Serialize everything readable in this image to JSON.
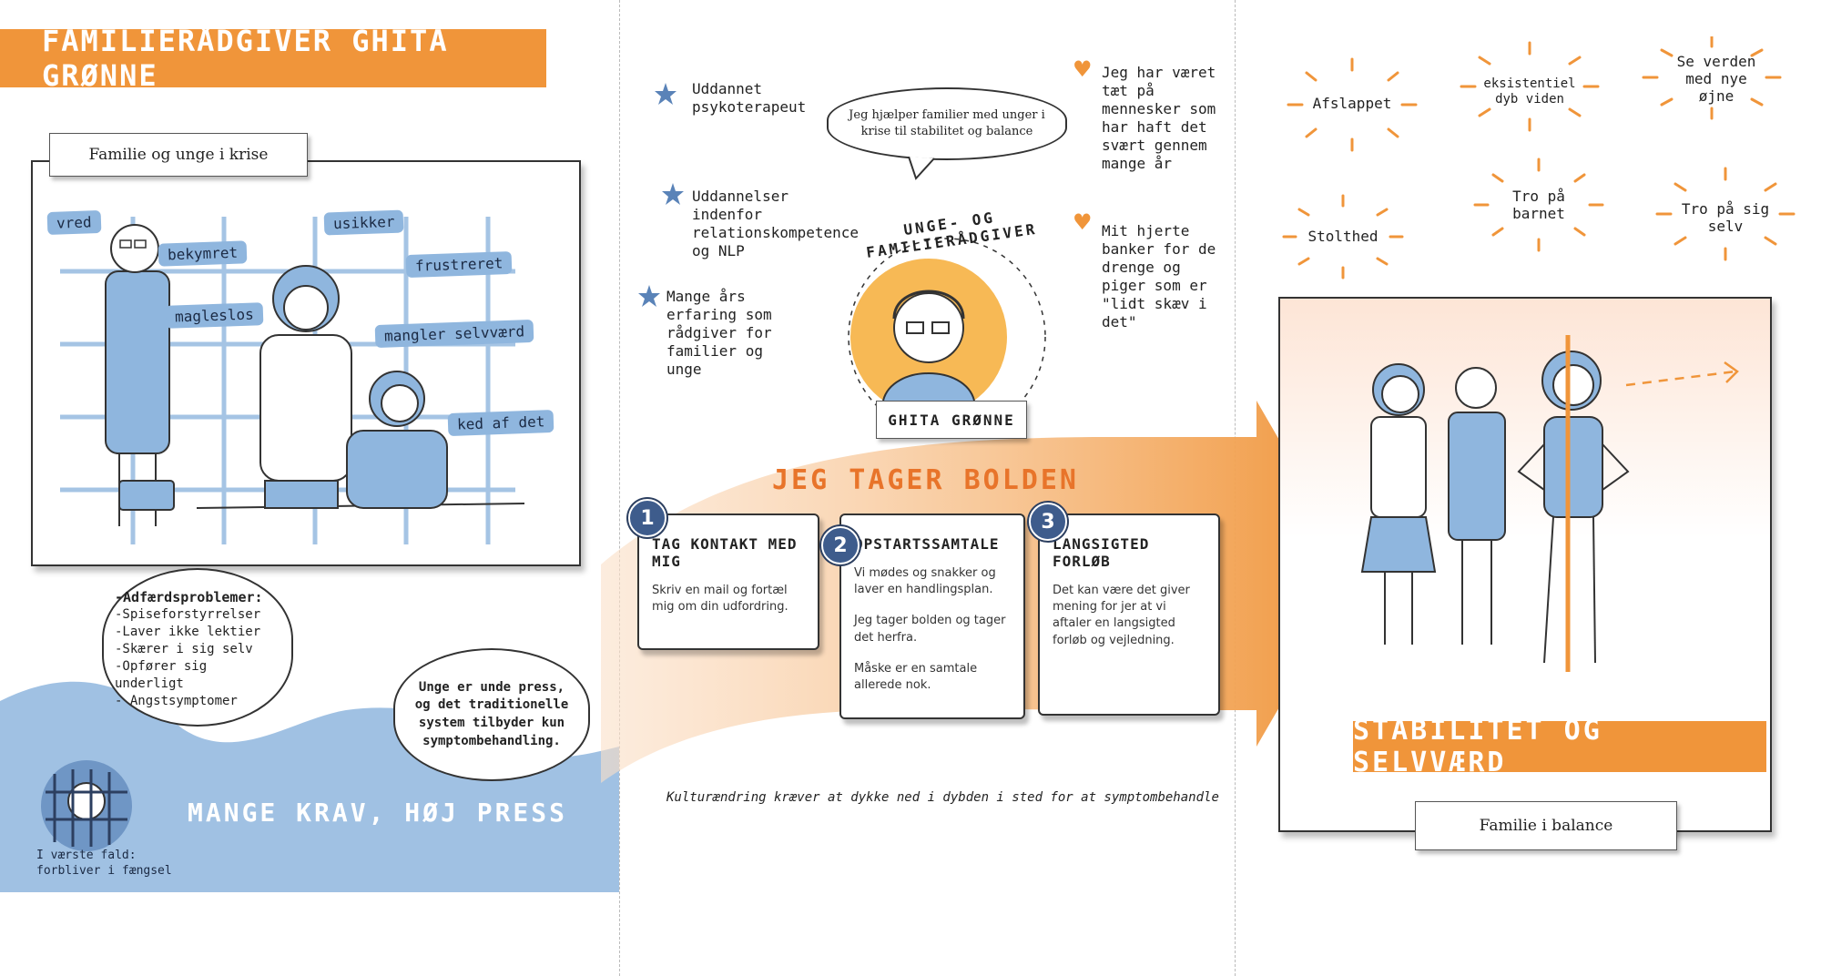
{
  "title": "FAMILIERÅDGIVER GHITA GRØNNE",
  "left": {
    "frame_label": "Familie og unge i krise",
    "emotions": [
      "vred",
      "bekymret",
      "usikker",
      "frustreret",
      "magleslos",
      "mangler selvværd",
      "ked af det"
    ],
    "behavior": {
      "heading": "-Adfærdsproblemer:",
      "items": [
        "-Spiseforstyrrelser",
        "-Laver ikke lektier",
        "-Skærer i sig selv",
        "-Opfører sig underligt",
        "- Angstsymptomer"
      ]
    },
    "pressure_bubble": "Unge er unde press, og det traditionelle system tilbyder kun symptombehandling.",
    "banner": "MANGE KRAV, HØJ PRESS",
    "worst_case": "I værste fald: forbliver i fængsel"
  },
  "middle": {
    "credentials": [
      "Uddannet psykoterapeut",
      "Uddannelser indenfor relationskompetence og NLP",
      "Mange års erfaring som rådgiver for familier og unge"
    ],
    "speech": "Jeg hjælper familier med unger i krise til stabilitet og balance",
    "arc_label": "UNGE- OG FAMILIERÅDGIVER",
    "name_tag": "GHITA GRØNNE",
    "hearts": [
      "Jeg har været tæt på mennesker som har haft det svært gennem mange år",
      "Mit hjerte banker for de drenge og piger som er \"lidt skæv i det\""
    ],
    "arrow_title": "JEG TAGER BOLDEN",
    "steps": [
      {
        "number": "1",
        "title": "TAG KONTAKT MED MIG",
        "lines": [
          "Skriv en mail og fortæl mig om din udfordring."
        ]
      },
      {
        "number": "2",
        "title": "OPSTARTSSAMTALE",
        "lines": [
          "Vi mødes og snakker og laver en handlingsplan.",
          "Jeg tager bolden og tager det herfra.",
          "Måske er en samtale allerede nok."
        ]
      },
      {
        "number": "3",
        "title": "LANGSIGTED FORLØB",
        "lines": [
          "Det kan være det giver mening for jer at vi aftaler en langsigted forløb og vejledning."
        ]
      }
    ],
    "footer": "Kulturændring kræver at dykke ned i dybden i sted for at symptombehandle"
  },
  "right": {
    "feelings": [
      "Afslappet",
      "eksistentiel dyb viden",
      "Se verden med nye øjne",
      "Stolthed",
      "Tro på barnet",
      "Tro på sig selv"
    ],
    "banner": "STABILITET OG SELVVÆRD",
    "frame_label": "Familie i balance"
  },
  "colors": {
    "orange": "#f0953a",
    "blue": "#8fb6de",
    "dark_blue": "#3e5c8c"
  }
}
